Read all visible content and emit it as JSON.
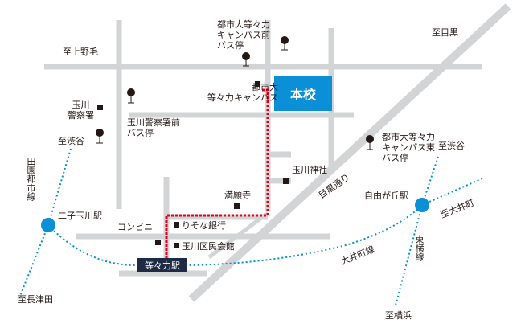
{
  "map": {
    "colors": {
      "road": "#d3d4d5",
      "route": "#e6001e",
      "rail": "#0b8fd6",
      "school": "#0b8fd6",
      "station_badge": "#1f2a44",
      "text": "#231815"
    },
    "school_label": "本校",
    "directions": {
      "ueno": "至上野毛",
      "meguro": "至目黒",
      "shibuya_left": "至渋谷",
      "shibuya_right": "至渋谷",
      "nagatsuta": "至長津田",
      "yokohama": "至横浜",
      "oimachi": "至大井町"
    },
    "stations": {
      "todoroki": "等々力駅",
      "futako": "二子玉川駅",
      "jiyugaoka": "自由が丘駅"
    },
    "lines": {
      "denentoshi": "田園都市線",
      "oimachi": "大井町線",
      "toyoko": "東横線"
    },
    "roads": {
      "meguro_dori": "目黒通り"
    },
    "bus_stops": {
      "campus_front": "都市大等々力\nキャンパス前\nバス停",
      "police_station": "玉川警察署前\nバス停",
      "campus_east": "都市大等々力\nキャンパス東\nバス停"
    },
    "landmarks": {
      "campus": "都市大\n等々力キャンパス",
      "police": "玉川\n警察署",
      "shrine": "玉川神社",
      "temple": "満願寺",
      "bank": "りそな銀行",
      "convenience": "コンビニ",
      "hall": "玉川区民会館"
    }
  }
}
